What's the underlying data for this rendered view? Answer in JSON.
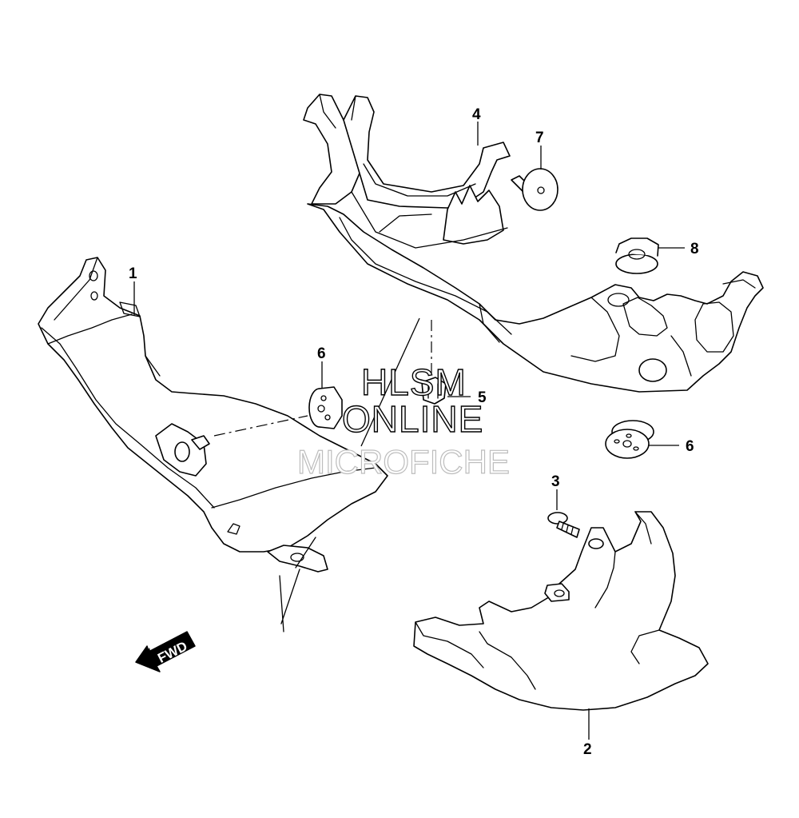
{
  "callouts": {
    "p1": "1",
    "p2": "2",
    "p3": "3",
    "p4": "4",
    "p5": "5",
    "p6a": "6",
    "p6b": "6",
    "p7": "7",
    "p8": "8"
  },
  "fwd_label": "FWD",
  "watermark": {
    "line1": "HLSM",
    "line2": "ONLINE",
    "line3": "MICROFICHE"
  },
  "colors": {
    "line": "#000000",
    "background": "#ffffff",
    "watermark_light": "#bdbdbd"
  }
}
